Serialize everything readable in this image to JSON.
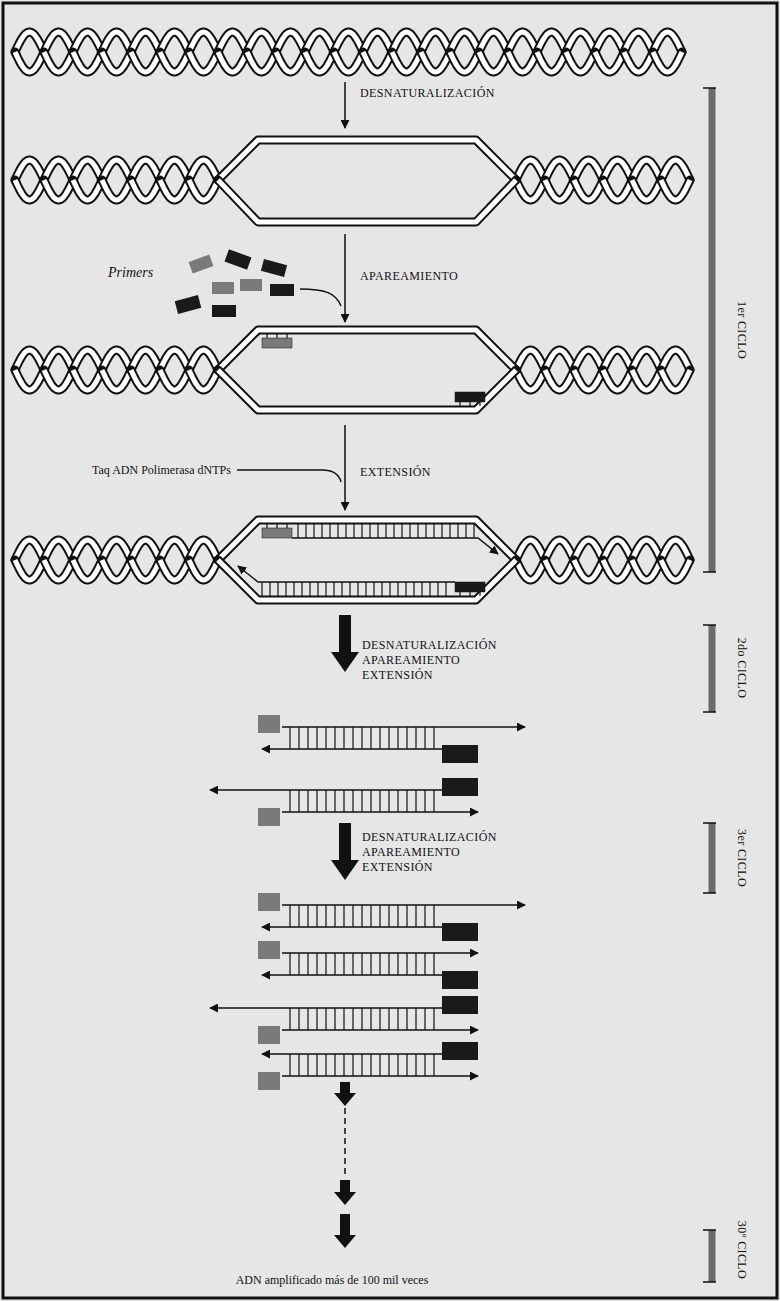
{
  "diagram": {
    "labels": [
      "DESNATURALIZACIÓN",
      "Primers",
      "APAREAMIENTO",
      "Taq ADN Polimerasa dNTPs",
      "EXTENSIÓN",
      "1er CICLO",
      "DESNATURALIZACIÓN APAREAMIENTO EXTENSIÓN",
      "2do CICLO",
      "DESNATURALIZACIÓN APAREAMIENTO EXTENSIÓN",
      "3er CICLO",
      "30º CICLO",
      "ADN amplificado más de 100 mil veces"
    ]
  }
}
